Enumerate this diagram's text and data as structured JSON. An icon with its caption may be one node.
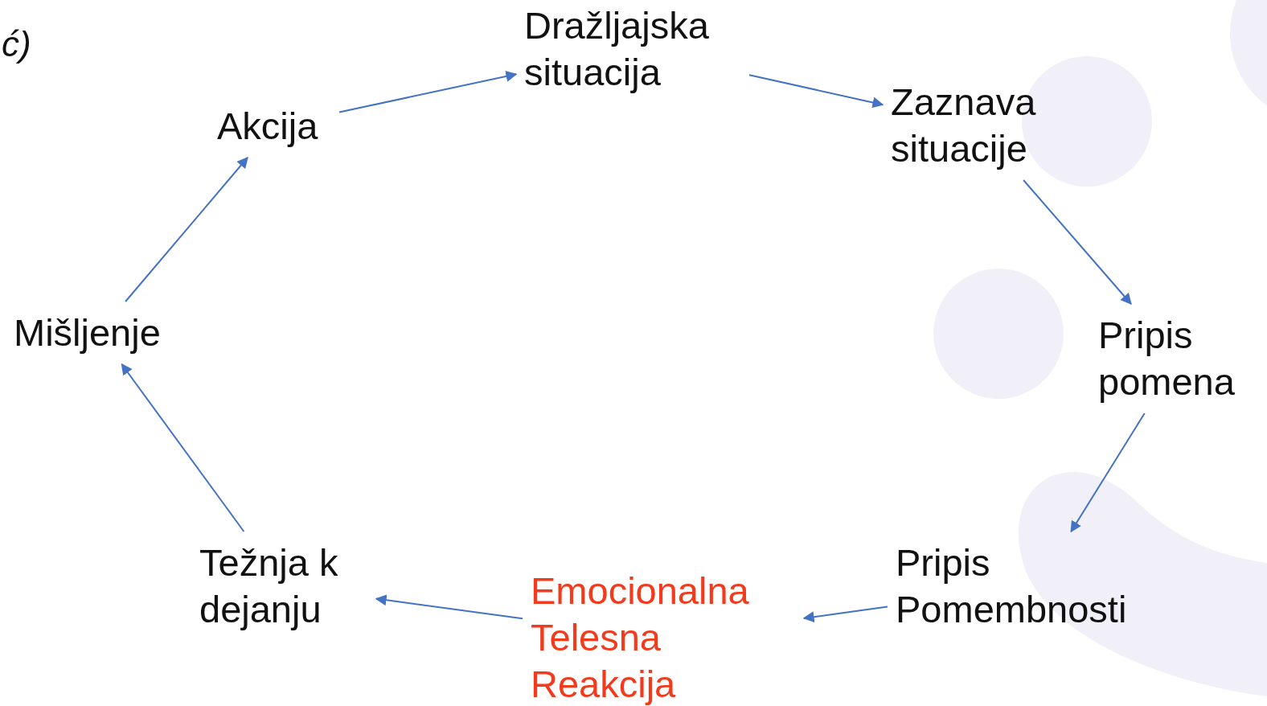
{
  "diagram": {
    "nodes": [
      {
        "text": [
          "Dražljajska situacija"
        ]
      },
      {
        "text": [
          "Zaznava situacije"
        ]
      },
      {
        "text": [
          "Pripis pomena"
        ]
      },
      {
        "text": [
          "Pripis Pomembnosti"
        ]
      },
      {
        "text": [
          "Emocionalna Telesna Reakcija"
        ]
      },
      {
        "text": [
          "Težnja k dejanju"
        ]
      },
      {
        "text": [
          "Mišljenje"
        ]
      },
      {
        "text": [
          "Akcija"
        ]
      }
    ],
    "edges": [
      {
        "from": 0,
        "to": 1,
        "arrow": "to"
      },
      {
        "from": 1,
        "to": 2,
        "arrow": "to"
      },
      {
        "from": 2,
        "to": 3,
        "arrow": "to"
      },
      {
        "from": 3,
        "to": 4,
        "arrow": "to"
      },
      {
        "from": 4,
        "to": 5,
        "arrow": "to"
      },
      {
        "from": 5,
        "to": 6,
        "arrow": "to"
      },
      {
        "from": 6,
        "to": 7,
        "arrow": "to"
      },
      {
        "from": 7,
        "to": 0,
        "arrow": "to"
      }
    ],
    "labels": [
      "ć)"
    ]
  }
}
